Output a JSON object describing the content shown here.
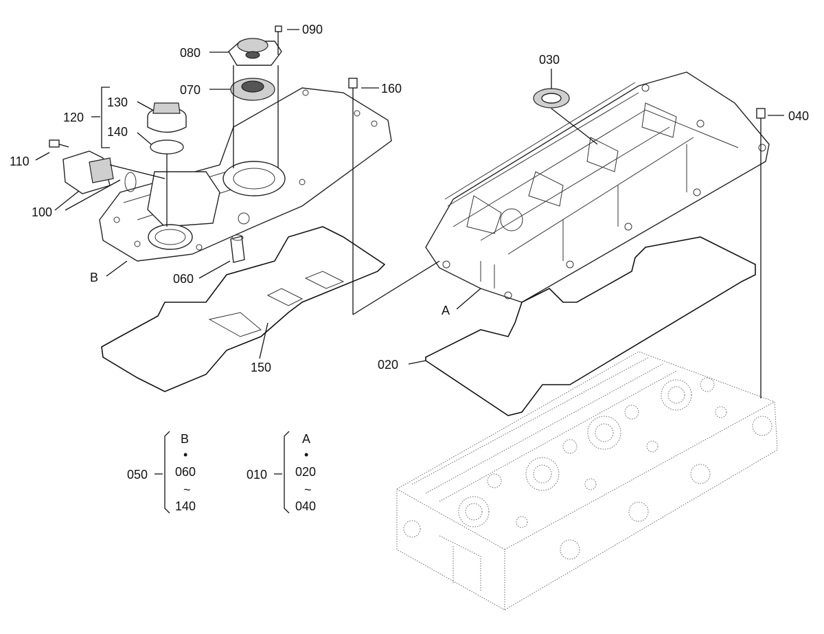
{
  "diagram": {
    "callouts": {
      "c090": "090",
      "c080": "080",
      "c070": "070",
      "c160": "160",
      "c030": "030",
      "c040": "040",
      "c120": "120",
      "c130": "130",
      "c140": "140",
      "c110": "110",
      "c100": "100",
      "c060": "060",
      "cB": "B",
      "cA": "A",
      "c150": "150",
      "c020": "020"
    },
    "assemblies": [
      {
        "number": "050",
        "items": [
          "B",
          "•",
          "060",
          "~",
          "140"
        ]
      },
      {
        "number": "010",
        "items": [
          "A",
          "•",
          "020",
          "~",
          "040"
        ]
      }
    ]
  }
}
